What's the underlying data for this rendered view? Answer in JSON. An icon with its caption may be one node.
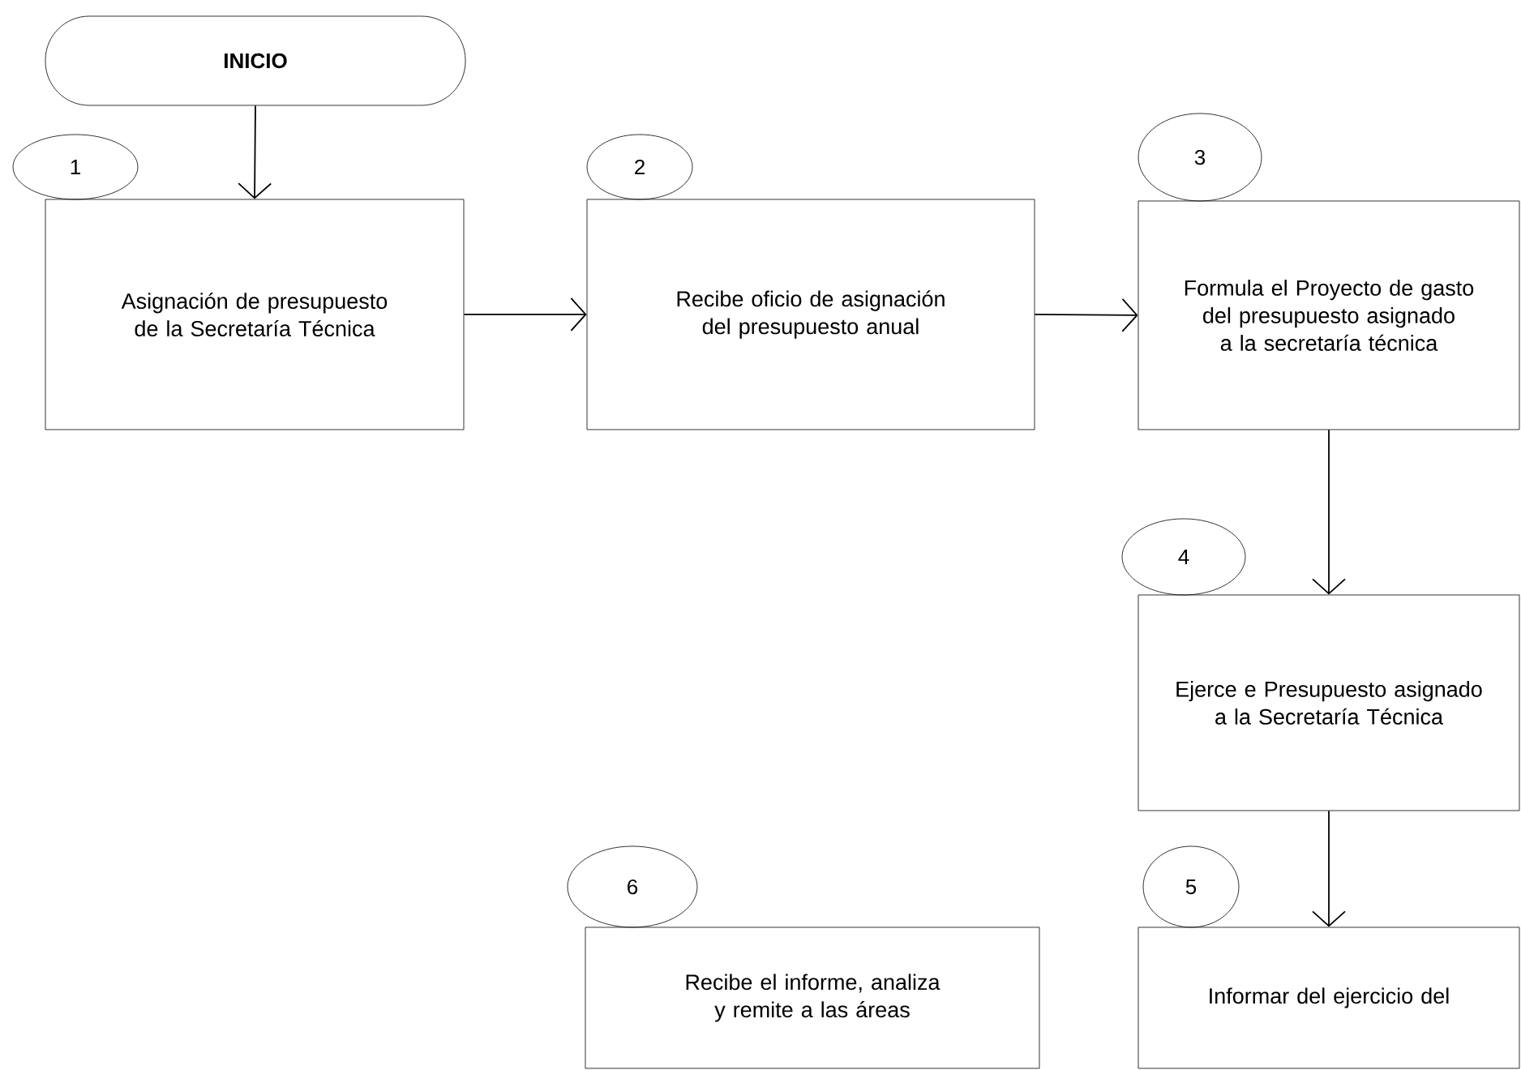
{
  "diagram": {
    "nodes": [
      {
        "text": [
          "INICIO"
        ]
      },
      {
        "text": [
          "1"
        ]
      },
      {
        "text": [
          "Asignación de presupuesto de la Secretaría Técnica"
        ]
      },
      {
        "text": [
          "2"
        ]
      },
      {
        "text": [
          "Recibe oficio de asignación del presupuesto anual"
        ]
      },
      {
        "text": [
          "3"
        ]
      },
      {
        "text": [
          "Formula el Proyecto de gasto del presupuesto asignado a la secretaría técnica"
        ]
      },
      {
        "text": [
          "4"
        ]
      },
      {
        "text": [
          "Ejerce e Presupuesto asignado a la Secretaría Técnica"
        ]
      },
      {
        "text": [
          "6"
        ]
      },
      {
        "text": [
          "Recibe el informe, analiza y remite a las áreas"
        ]
      },
      {
        "text": [
          "5"
        ]
      },
      {
        "text": [
          "Informar del ejercicio del"
        ]
      }
    ],
    "edges": [
      {
        "from": 0,
        "to": 2,
        "arrow": "to"
      },
      {
        "from": 2,
        "to": 4,
        "arrow": "to"
      },
      {
        "from": 4,
        "to": 6,
        "arrow": "to"
      },
      {
        "from": 6,
        "to": 8,
        "arrow": "to"
      },
      {
        "from": 8,
        "to": 12,
        "arrow": "to"
      }
    ]
  }
}
